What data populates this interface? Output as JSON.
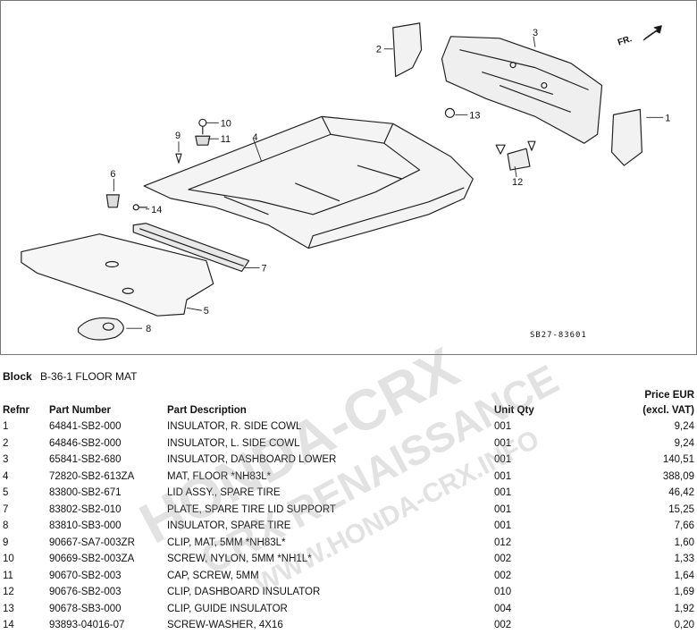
{
  "diagram": {
    "code": "SB27-83601",
    "direction_label": "FR.",
    "callouts": [
      "1",
      "2",
      "3",
      "4",
      "5",
      "6",
      "7",
      "8",
      "9",
      "10",
      "11",
      "12",
      "13",
      "14"
    ]
  },
  "block": {
    "label": "Block",
    "title": "B-36-1 FLOOR MAT"
  },
  "table": {
    "headers": {
      "refnr": "Refnr",
      "part_number": "Part Number",
      "description": "Part Description",
      "qty": "Unit Qty",
      "price_line1": "Price EUR",
      "price_line2": "(excl. VAT)"
    },
    "rows": [
      {
        "ref": "1",
        "pn": "64841-SB2-000",
        "desc": "INSULATOR, R. SIDE COWL",
        "qty": "001",
        "price": "9,24"
      },
      {
        "ref": "2",
        "pn": "64846-SB2-000",
        "desc": "INSULATOR, L. SIDE COWL",
        "qty": "001",
        "price": "9,24"
      },
      {
        "ref": "3",
        "pn": "65841-SB2-680",
        "desc": "INSULATOR, DASHBOARD LOWER",
        "qty": "001",
        "price": "140,51"
      },
      {
        "ref": "4",
        "pn": "72820-SB2-613ZA",
        "desc": "MAT, FLOOR *NH83L*",
        "qty": "001",
        "price": "388,09"
      },
      {
        "ref": "5",
        "pn": "83800-SB2-671",
        "desc": "LID ASSY., SPARE TIRE",
        "qty": "001",
        "price": "46,42"
      },
      {
        "ref": "7",
        "pn": "83802-SB2-010",
        "desc": "PLATE, SPARE TIRE LID SUPPORT",
        "qty": "001",
        "price": "15,25"
      },
      {
        "ref": "8",
        "pn": "83810-SB3-000",
        "desc": "INSULATOR, SPARE TIRE",
        "qty": "001",
        "price": "7,66"
      },
      {
        "ref": "9",
        "pn": "90667-SA7-003ZR",
        "desc": "CLIP, MAT, 5MM *NH83L*",
        "qty": "012",
        "price": "1,60"
      },
      {
        "ref": "10",
        "pn": "90669-SB2-003ZA",
        "desc": "SCREW, NYLON, 5MM *NH1L*",
        "qty": "002",
        "price": "1,33"
      },
      {
        "ref": "11",
        "pn": "90670-SB2-003",
        "desc": "CAP, SCREW, 5MM",
        "qty": "002",
        "price": "1,64"
      },
      {
        "ref": "12",
        "pn": "90676-SB2-003",
        "desc": "CLIP, DASHBOARD INSULATOR",
        "qty": "010",
        "price": "1,69"
      },
      {
        "ref": "13",
        "pn": "90678-SB3-000",
        "desc": "CLIP, GUIDE INSULATOR",
        "qty": "004",
        "price": "1,92"
      },
      {
        "ref": "14",
        "pn": "93893-04016-07",
        "desc": "SCREW-WASHER, 4X16",
        "qty": "002",
        "price": "0,20"
      }
    ]
  },
  "watermark": {
    "lines": [
      "HONDA-CRX",
      "CRX RENAISSANCE",
      "WWW.HONDA-CRX.INFO"
    ]
  }
}
